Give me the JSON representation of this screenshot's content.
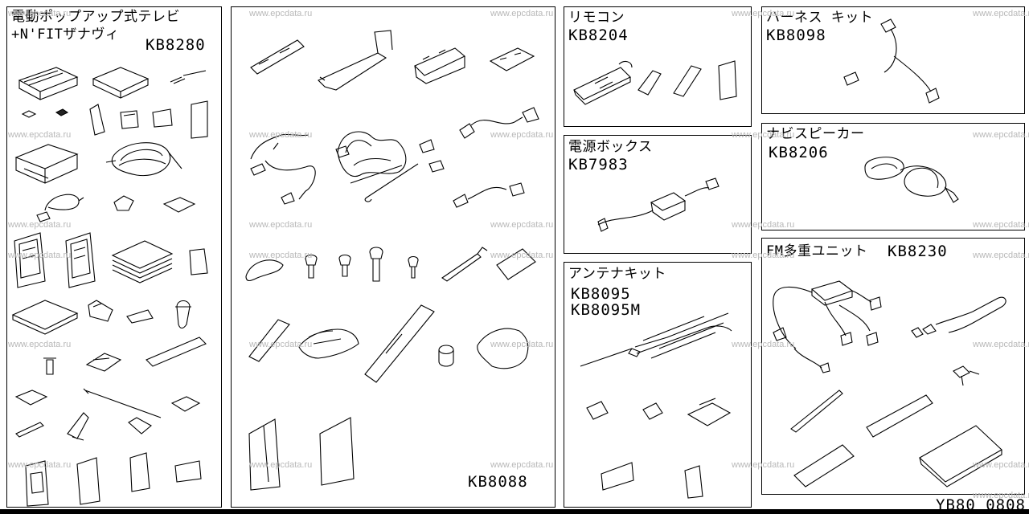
{
  "watermark": "www.epcdata.ru",
  "footer_code": "YB80 0808",
  "panels": {
    "tv_navi": {
      "title_line1": "電動ポップアップ式テレビ",
      "title_line2": "+N'FITザナヴィ",
      "code": "KB8280"
    },
    "install_parts": {
      "code": "KB8088"
    },
    "remote": {
      "title": "リモコン",
      "code": "KB8204"
    },
    "power_box": {
      "title": "電源ボックス",
      "code": "KB7983"
    },
    "antenna": {
      "title": "アンテナキット",
      "code1": "KB8095",
      "code2": "KB8095M"
    },
    "harness": {
      "title": "ハーネス キット",
      "code": "KB8098"
    },
    "navi_speaker": {
      "title": "ナビスピーカー",
      "code": "KB8206"
    },
    "fm_unit": {
      "title": "FM多重ユニット",
      "code": "KB8230"
    }
  }
}
